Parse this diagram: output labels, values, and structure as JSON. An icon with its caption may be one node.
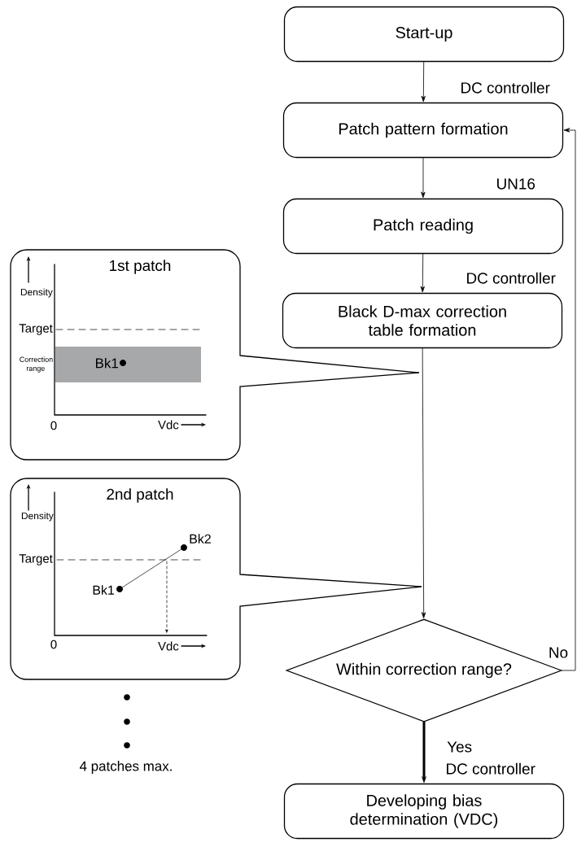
{
  "diagram": {
    "nodes": [
      {
        "text": [
          "Start-up"
        ]
      },
      {
        "text": [
          "Patch pattern formation"
        ],
        "beside": [
          "DC controller"
        ]
      },
      {
        "text": [
          "Patch reading"
        ],
        "beside": [
          "UN16"
        ]
      },
      {
        "text": [
          "Black D-max correction table formation"
        ],
        "beside": [
          "DC controller"
        ]
      },
      {
        "text": [
          "Within correction range?"
        ]
      },
      {
        "text": [
          "Developing bias determination (VDC)"
        ],
        "beside": [
          "DC controller"
        ]
      },
      {
        "text": [
          "1st patch"
        ]
      },
      {
        "text": [
          "2nd patch"
        ]
      }
    ],
    "edges": [
      {
        "from": 0,
        "to": 1,
        "arrow": "to"
      },
      {
        "from": 1,
        "to": 2,
        "arrow": "to"
      },
      {
        "from": 2,
        "to": 3,
        "arrow": "to"
      },
      {
        "from": 3,
        "to": 4,
        "arrow": "to"
      },
      {
        "from": 4,
        "to": 5,
        "arrow": "to",
        "label": "Yes",
        "style": "thick"
      },
      {
        "from": 4,
        "to": 1,
        "arrow": "to",
        "label": "No"
      }
    ],
    "labels": [
      "Density",
      "Target",
      "Correction range",
      "Bk1",
      "0",
      "Vdc",
      "Density",
      "Bk2",
      "Target",
      "Bk1",
      "0",
      "Vdc",
      "4 patches max."
    ]
  }
}
